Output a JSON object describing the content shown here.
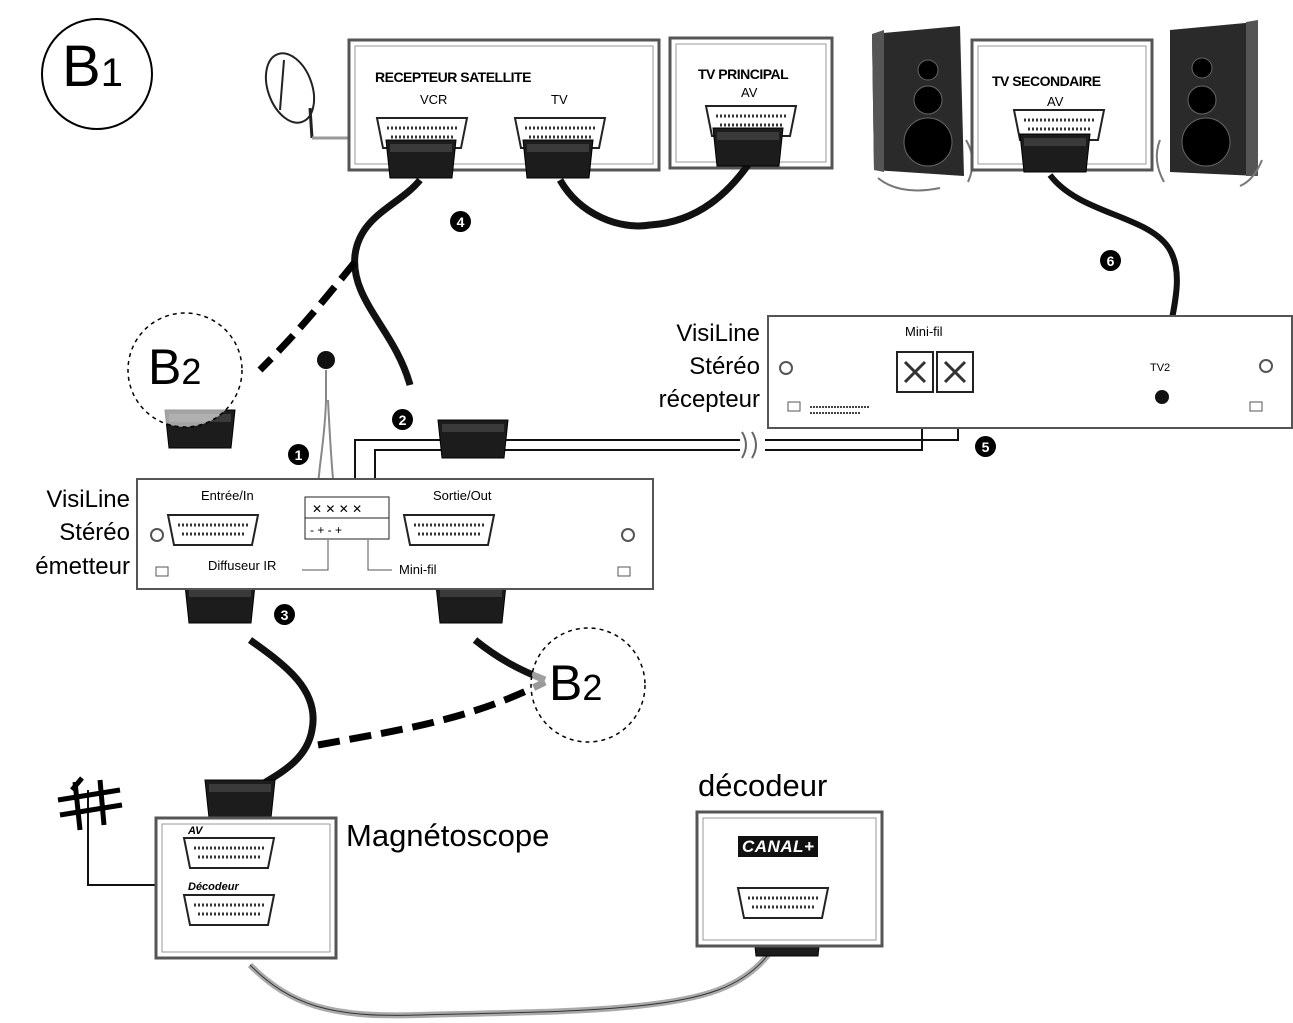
{
  "badges": {
    "main": {
      "text": "B",
      "sub": "1"
    },
    "left": {
      "text": "B",
      "sub": "2"
    },
    "lower": {
      "text": "B",
      "sub": "2"
    }
  },
  "satellite_receiver": {
    "title": "RECEPTEUR SATELLITE",
    "port_vcr": "VCR",
    "port_tv": "TV"
  },
  "main_tv": {
    "title": "TV PRINCIPAL",
    "port": "AV"
  },
  "second_tv": {
    "title": "TV SECONDAIRE",
    "port": "AV"
  },
  "emitter": {
    "name_lines": [
      "VisiLine",
      "Stéréo",
      "émetteur"
    ],
    "in_label": "Entrée/In",
    "out_label": "Sortie/Out",
    "ir_label": "Diffuseur IR",
    "minifil_label": "Mini-fil"
  },
  "receiver": {
    "name_lines": [
      "VisiLine",
      "Stéréo",
      "récepteur"
    ],
    "minifil_label": "Mini-fil",
    "tv2_label": "TV2"
  },
  "vcr": {
    "name": "Magnétoscope",
    "port_av": "AV",
    "port_decoder": "Décodeur"
  },
  "decoder": {
    "name": "décodeur",
    "brand": "CANAL+"
  },
  "steps": {
    "s1": "1",
    "s2": "2",
    "s3": "3",
    "s4": "4",
    "s5": "5",
    "s6": "6"
  }
}
